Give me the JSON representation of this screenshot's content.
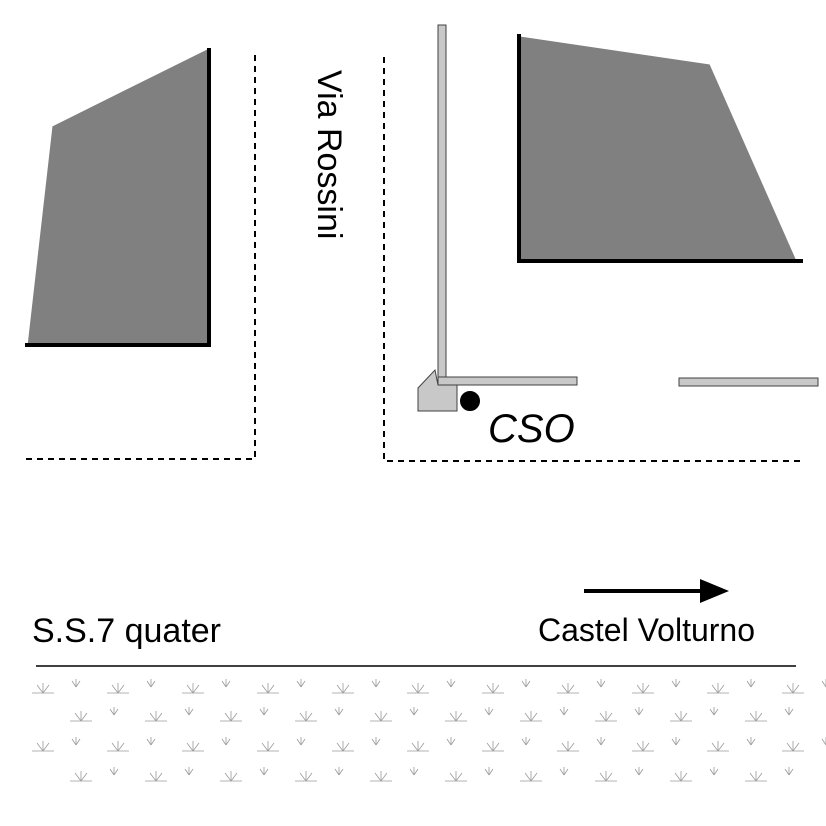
{
  "labels": {
    "street": "Via Rossini",
    "cso": "CSO",
    "road": "S.S.7 quater",
    "direction": "Castel Volturno"
  },
  "colors": {
    "building_fill": "#808080",
    "wall_fill": "#c8c8c8",
    "ink": "#000000",
    "background": "#ffffff"
  },
  "icons": [
    "direction-arrow-icon",
    "cso-point-icon",
    "vegetation-marsh-icon"
  ]
}
